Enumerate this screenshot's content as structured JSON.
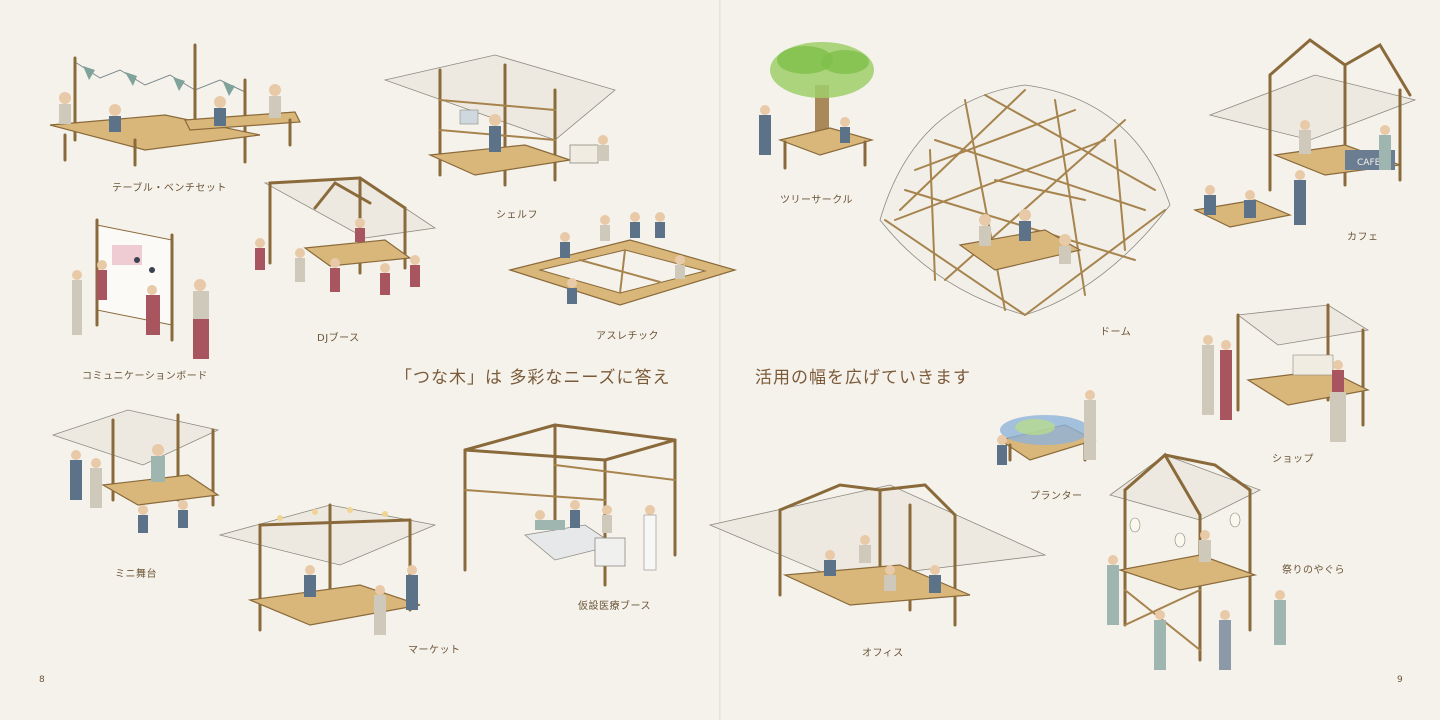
{
  "headline": {
    "left": "「つな木」は 多彩なニーズに答え",
    "right": "活用の幅を広げていきます"
  },
  "labels": {
    "table_bench": "テーブル・ベンチセット",
    "shelf": "シェルフ",
    "dj_booth": "DJブース",
    "athletic": "アスレチック",
    "comm_board": "コミュニケーションボード",
    "mini_stage": "ミニ舞台",
    "market": "マーケット",
    "medical": "仮設医療ブース",
    "tree_circle": "ツリーサークル",
    "dome": "ドーム",
    "cafe": "カフェ",
    "shop": "ショップ",
    "planter": "プランター",
    "office": "オフィス",
    "festival": "祭りのやぐら"
  },
  "page_numbers": {
    "left": "8",
    "right": "9"
  },
  "colors": {
    "paper": "#f5f2ec",
    "wood": "#d9b77a",
    "wood_outline": "#8a6a3a",
    "text": "#6b5436",
    "accent_green": "#7fa39a"
  }
}
